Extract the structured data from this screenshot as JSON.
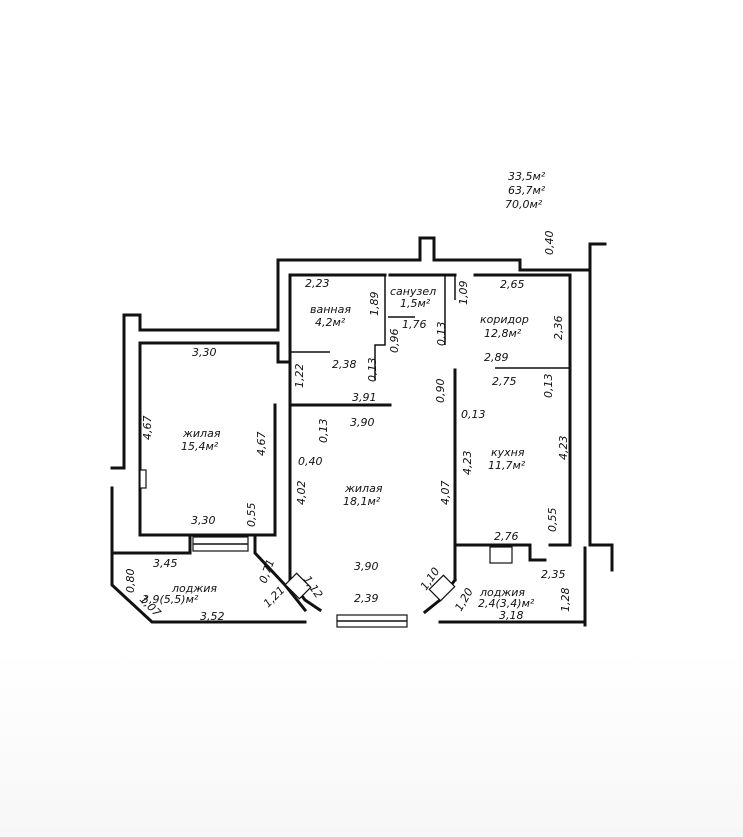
{
  "summary": {
    "living_area": "33,5м²",
    "total_area": "63,7м²",
    "total_with_loggias": "70,0м²"
  },
  "rooms": {
    "bathroom": {
      "name": "ванная",
      "area": "4,2м²"
    },
    "toilet": {
      "name": "санузел",
      "area": "1,5м²"
    },
    "corridor": {
      "name": "коридор",
      "area": "12,8м²"
    },
    "living1": {
      "name": "жилая",
      "area": "15,4м²"
    },
    "living2": {
      "name": "жилая",
      "area": "18,1м²"
    },
    "kitchen": {
      "name": "кухня",
      "area": "11,7м²"
    },
    "loggia1": {
      "name": "лоджия",
      "area": "3,9(5,5)м²"
    },
    "loggia2": {
      "name": "лоджия",
      "area": "2,4(3,4)м²"
    }
  },
  "dims": {
    "d_040_top": "0,40",
    "d_265": "2,65",
    "d_223": "2,23",
    "d_189": "1,89",
    "d_109": "1,09",
    "d_236": "2,36",
    "d_176": "1,76",
    "d_096": "0,96",
    "d_013_toilet": "0,13",
    "d_330_top": "3,30",
    "d_238": "2,38",
    "d_013_bath": "0,13",
    "d_289": "2,89",
    "d_275": "2,75",
    "d_013_corr": "0,13",
    "d_122": "1,22",
    "d_090": "0,90",
    "d_391": "3,91",
    "d_013_kit": "0,13",
    "d_467_left": "4,67",
    "d_013_liv": "0,13",
    "d_390_top": "3,90",
    "d_467_inner": "4,67",
    "d_423_left": "4,23",
    "d_423_right": "4,23",
    "d_040_mid": "0,40",
    "d_402": "4,02",
    "d_407": "4,07",
    "d_330_bot": "3,30",
    "d_055_left": "0,55",
    "d_276": "2,76",
    "d_055_right": "0,55",
    "d_345": "3,45",
    "d_390_bot": "3,90",
    "d_235": "2,35",
    "d_080": "0,80",
    "d_071": "0,71",
    "d_112": "1,12",
    "d_110": "1,10",
    "d_128": "1,28",
    "d_107": "1,07",
    "d_121": "1,21",
    "d_239": "2,39",
    "d_120": "1,20",
    "d_352": "3,52",
    "d_318": "3,18"
  }
}
